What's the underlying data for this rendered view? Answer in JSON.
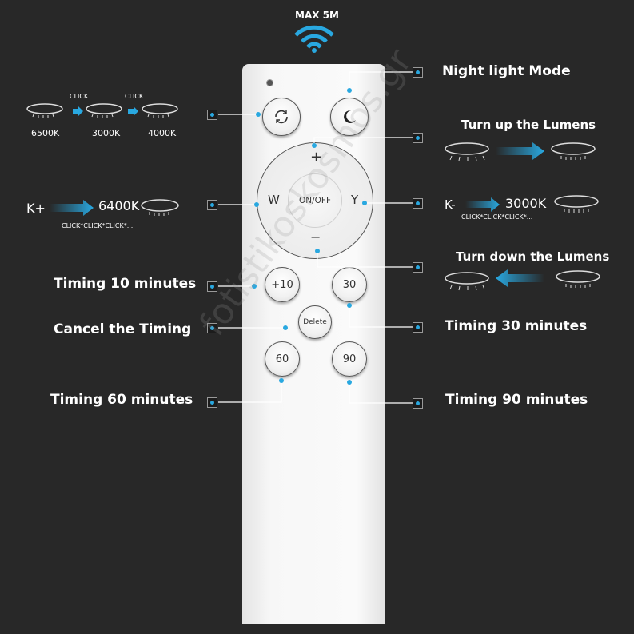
{
  "header": {
    "range_label": "MAX 5M"
  },
  "remote": {
    "onoff_label": "ON/OFF",
    "w_label": "W",
    "y_label": "Y",
    "plus_label": "+",
    "minus_label": "−",
    "btn_10": "+10",
    "btn_30": "30",
    "btn_delete": "Delete",
    "btn_60": "60",
    "btn_90": "90"
  },
  "left": {
    "cct_cycle": {
      "click1": "CLICK",
      "click2": "CLICK",
      "k1": "6500K",
      "k2": "3000K",
      "k3": "4000K"
    },
    "k_plus": {
      "label": "K+",
      "value": "6400K",
      "clicks": "CLICK*CLICK*CLICK*..."
    },
    "timing_10": "Timing 10 minutes",
    "cancel": "Cancel the Timing",
    "timing_60": "Timing 60 minutes"
  },
  "right": {
    "night": "Night light Mode",
    "up": "Turn up the Lumens",
    "k_minus": {
      "label": "K-",
      "value": "3000K",
      "clicks": "CLICK*CLICK*CLICK*..."
    },
    "down": "Turn down the Lumens",
    "timing_30": "Timing 30 minutes",
    "timing_90": "Timing 90 minutes"
  },
  "watermark": "fotistikoskosmos.gr",
  "colors": {
    "background": "#282828",
    "accent": "#29a8e0",
    "remote": "#f5f5f5"
  }
}
